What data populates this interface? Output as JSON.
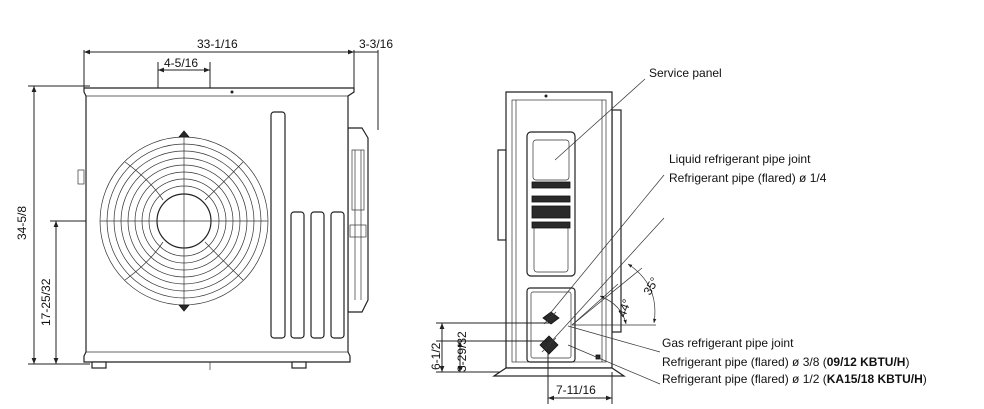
{
  "front_view": {
    "width_dim": "33-1/16",
    "side_dim": "3-3/16",
    "fan_offset_dim": "4-5/16",
    "height_dim": "34-5/8",
    "fan_center_height_dim": "17-25/32"
  },
  "side_view": {
    "service_panel": "Service panel",
    "liquid_joint": "Liquid refrigerant pipe joint",
    "liquid_pipe": "Refrigerant pipe (flared) ø 1/4",
    "gas_joint": "Gas refrigerant pipe joint",
    "gas_pipe_small_prefix": "Refrigerant pipe (flared) ø 3/8 (",
    "gas_pipe_small_model": "09/12 KBTU/H",
    "gas_pipe_small_suffix": ")",
    "gas_pipe_large_prefix": "Refrigerant pipe (flared) ø 1/2 (",
    "gas_pipe_large_model": "KA15/18 KBTU/H",
    "gas_pipe_large_suffix": ")",
    "angle_35": "35°",
    "angle_44": "44°",
    "pipe_height_1": "6-1/2",
    "pipe_height_2": "3-29/32",
    "base_offset_dim": "7-11/16"
  }
}
